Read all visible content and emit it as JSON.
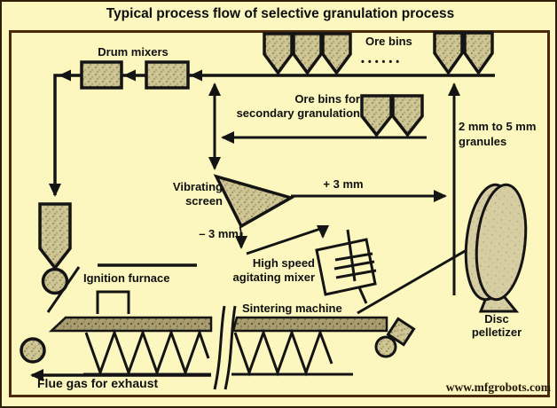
{
  "page": {
    "title": "Typical process flow of selective granulation process",
    "watermark": "www.mfgrobots.com"
  },
  "colors": {
    "background": "#fbf7bf",
    "frame_border": "#4b2a0b",
    "line": "#141414",
    "speckle_fill": "#cdc493",
    "strip_fill": "#a99e72",
    "text": "#111111"
  },
  "labels": {
    "drum_mixers": "Drum mixers",
    "ore_bins": "Ore bins",
    "ore_bins_dots": "••••••",
    "secondary_bins": "Ore bins for\nsecondary granulation",
    "granules": "2 mm to 5 mm\ngranules",
    "vibrating_screen": "Vibrating\nscreen",
    "oversize_stream": "+ 3 mm",
    "undersize_stream": "– 3 mm",
    "agitating_mixer": "High speed\nagitating mixer",
    "ignition_furnace": "Ignition furnace",
    "sintering_machine": "Sintering machine",
    "disc_pelletizer": "Disc\npelletizer",
    "flue_gas": "Flue gas for exhaust"
  }
}
